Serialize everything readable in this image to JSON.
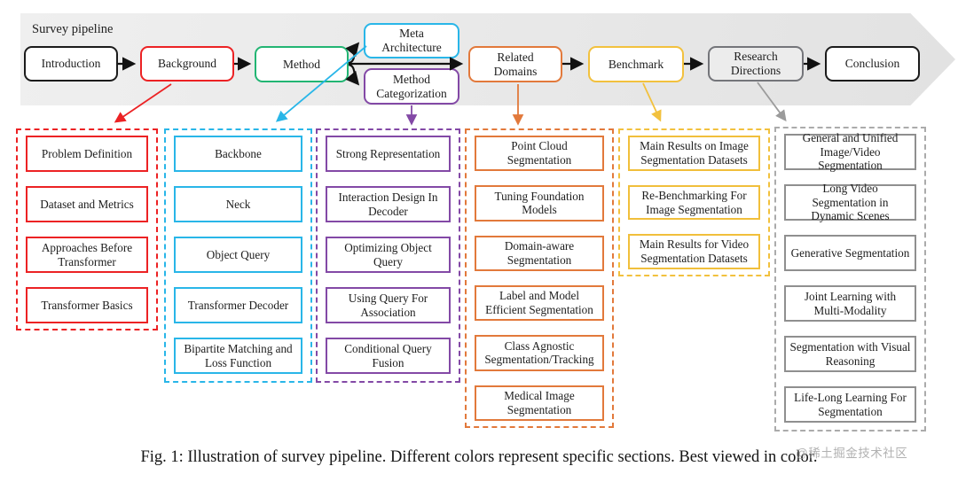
{
  "figure": {
    "banner_label": "Survey pipeline",
    "caption": "Fig. 1: Illustration of survey pipeline. Different colors represent specific sections. Best viewed in color.",
    "watermark": "@稀土掘金技术社区"
  },
  "colors": {
    "black": "#1b1b1b",
    "red": "#ec2224",
    "green": "#22b573",
    "cyan": "#29b6e8",
    "purple": "#8349a6",
    "orange": "#e2793b",
    "yellow": "#f2c13e",
    "gray": "#8f9093",
    "banner_fill": "#e9e9e9"
  },
  "pipeline": {
    "nodes": [
      {
        "id": "introduction",
        "label": "Introduction",
        "color": "#1b1b1b"
      },
      {
        "id": "background",
        "label": "Background",
        "color": "#ec2224"
      },
      {
        "id": "method",
        "label": "Method",
        "color": "#22b573"
      },
      {
        "id": "meta-architecture",
        "label": "Meta Architecture",
        "color": "#29b6e8"
      },
      {
        "id": "method-categorization",
        "label": "Method Categorization",
        "color": "#8349a6"
      },
      {
        "id": "related-domains",
        "label": "Related Domains",
        "color": "#e2793b"
      },
      {
        "id": "benchmark",
        "label": "Benchmark",
        "color": "#f2c13e"
      },
      {
        "id": "research-directions",
        "label": "Research Directions",
        "color": "#74757a"
      },
      {
        "id": "conclusion",
        "label": "Conclusion",
        "color": "#1b1b1b"
      }
    ]
  },
  "groups": [
    {
      "id": "background-topics",
      "color": "#ec2224",
      "items": [
        "Problem Definition",
        "Dataset and Metrics",
        "Approaches Before Transformer",
        "Transformer Basics"
      ]
    },
    {
      "id": "meta-architecture-topics",
      "color": "#29b6e8",
      "items": [
        "Backbone",
        "Neck",
        "Object Query",
        "Transformer Decoder",
        "Bipartite Matching and Loss Function"
      ]
    },
    {
      "id": "method-categorization-topics",
      "color": "#8349a6",
      "items": [
        "Strong Representation",
        "Interaction Design In Decoder",
        "Optimizing Object Query",
        "Using Query For Association",
        "Conditional Query Fusion"
      ]
    },
    {
      "id": "related-domains-topics",
      "color": "#e2793b",
      "items": [
        "Point Cloud Segmentation",
        "Tuning Foundation Models",
        "Domain-aware Segmentation",
        "Label and Model Efficient Segmentation",
        "Class Agnostic Segmentation/Tracking",
        "Medical Image Segmentation"
      ]
    },
    {
      "id": "benchmark-topics",
      "color": "#f2c13e",
      "items": [
        "Main Results on Image Segmentation Datasets",
        "Re-Benchmarking For Image Segmentation",
        "Main Results for Video Segmentation Datasets"
      ]
    },
    {
      "id": "research-directions-topics",
      "color": "#8f9093",
      "items": [
        "General and Unified Image/Video Segmentation",
        "Long Video Segmentation in Dynamic Scenes",
        "Generative Segmentation",
        "Joint Learning with Multi-Modality",
        "Segmentation with Visual Reasoning",
        "Life-Long Learning For Segmentation"
      ]
    }
  ]
}
